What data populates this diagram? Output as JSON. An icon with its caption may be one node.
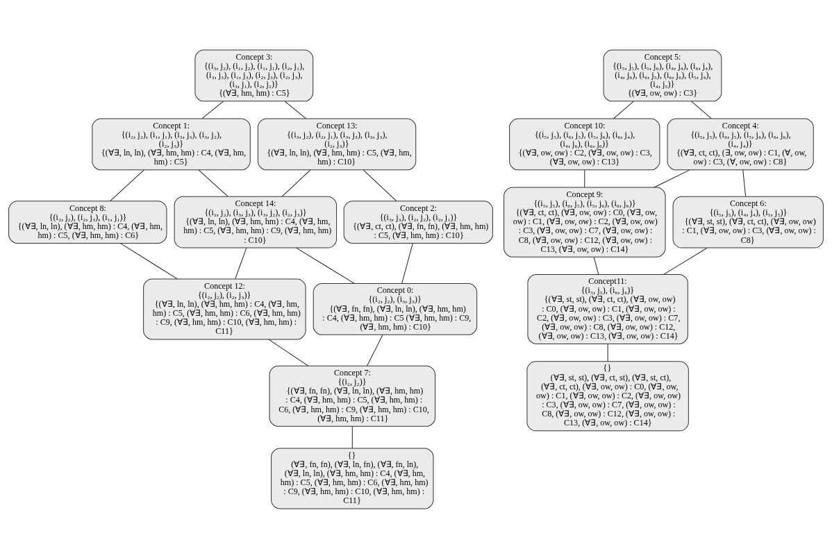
{
  "diagram": {
    "nodes": [
      {
        "text": [
          "Concept 3:",
          "{(i₃, j₂), (i₁, j₂), (i₁, j₁), (i₂, j₁), (i₃, j₃), (i₁, j₃), (i₂, j₃), (i₂, j₃), (i₃, j₁), (i₂, j₂)}",
          "{(∀∃, hm, hm) : C5}"
        ]
      },
      {
        "text": [
          "Concept 1:",
          "{(i₂, j₂), (i₁, j₁), (i₃, j₃), (i₃, j₂), (i₂, j₃)}",
          "{(∀∃, ln, ln), (∀∃, hm, hm) : C4, (∀∃, hm, hm) : C5}"
        ]
      },
      {
        "text": [
          "Concept 13:",
          "{(i₃, j₂), (i₂, j₁), (i₃, j₃), (i₃, j₃), (i₂, j₃)}",
          "{(∀∃, ln, ln), (∀∃, hm, hm) : C5, (∀∃, hm, hm) : C10}"
        ]
      },
      {
        "text": [
          "Concept 8:",
          "{(i₂, j₂), (i₂, j₃), (i₁, j₁)}",
          "{(∀∃, ln, ln), (∀∃, hm, hm) : C4, (∀∃, hm, hm) : C5, (∀∃, hm, hm) : C6}"
        ]
      },
      {
        "text": [
          "Concept 14:",
          "{(i₂, j₂), (i₃, j₃), (i₃, j₂), (i₂, j₃)}",
          "{(∀∃, ln, ln), (∀∃, hm, hm) : C4, (∀∃, hm, hm) : C5, (∀∃, hm, hm) : C9, (∀∃, hm, hm) : C10}"
        ]
      },
      {
        "text": [
          "Concept 2:",
          "{(i₃, j₃), (i₂, j₂), (i₂, j₁)}",
          "{(∀∃, ct, ct), (∀∃, fn, fn), (∀∃, hm, hm) : C5, (∀∃, hm, hm) : C10}"
        ]
      },
      {
        "text": [
          "Concept 12:",
          "{(i₂, j₂), (i₂, j₃)}",
          "{(∀∃, ln, ln), (∀∃, hm, hm) : C4, (∀∃, hm, hm) : C5, (∀∃, hm, hm) : C6, (∀∃, hm, hm) : C9, (∀∃, hm, hm) : C10, (∀∃, hm, hm) : C11}"
        ]
      },
      {
        "text": [
          "Concept 0:",
          "{(i₂, j₂), (i₃, j₃)}",
          "{(∀∃, fn, fn), (∀∃, ln, ln), (∀∃, hm, hm) : C4, (∀∃, hm, hm) : C5 (∀∃, hm, hm) : C9, (∀∃, hm, hm) : C10}"
        ]
      },
      {
        "text": [
          "Concept 7:",
          "{(i₂, j₂)}",
          "{(∀∃, fn, fn), (∀∃, ln, ln), (∀∃, hm, hm) : C4, (∀∃, hm, hm) : C5, (∀∃, hm, hm) : C6, (∀∃, hm, hm) : C9, (∀∃, hm, hm) : C10, (∀∃, hm, hm) : C11}"
        ]
      },
      {
        "text": [
          "{}",
          "(∀∃, fn, fn), (∀∃, ln, fn), (∀∃, fn, ln), (∀∃, ln, ln), (∀∃, hm, hm) : C4, (∀∃, hm, hm) : C5, (∀∃, hm, hm) : C6, (∀∃, hm, hm) : C9, (∀∃, hm, hm) : C10, (∀∃, hm, hm) : C11}"
        ]
      },
      {
        "text": [
          "Concept 5:",
          "{(i₅, j₅), (i₅, j₆), (i₄, j₄), (i₆, j₄), (i₄, j₆), (i₆, j₅), (i₆, j₆), (i₅, j₄), (i₄, j₅)}",
          "{(∀∃, ow, ow) : C3}"
        ]
      },
      {
        "text": [
          "Concept 10:",
          "{(i₅, j₅), (i₆, j₅), (i₅, j₆), (i₆, j₄), (i₄, j₆), (i₆, j₆)}",
          "{(∀∃, ow, ow) : C2, (∀∃, ow, ow) : C3, (∀∃, ow, ow) : C13}"
        ]
      },
      {
        "text": [
          "Concept 4:",
          "{(i₅, j₅), (i₆, j₅), (i₅, j₆), (i₆, j₆), (i₄, j₄)}",
          "{(∀∃, ct, ct), (∃, ow, ow) : C1, (∀, ow, ow) : C3, (∀, ow, ow) : C8}"
        ]
      },
      {
        "text": [
          "Concept 9:",
          "{(i₅, j₅), (i₆, j₅), (i₅, j₆), (i₆, j₆)}",
          "{(∀∃, ct, ct), (∀∃, ow, ow) : C0, (∀∃, ow, ow) : C1, (∀∃, ow, ow) : C2, (∀∃, ow, ow) : C3, (∀∃, ow, ow) : C7, (∀∃, ow, ow) : C8, (∀∃, ow, ow) : C12, (∀∃, ow, ow) : C13, (∀∃, ow, ow) : C14}"
        ]
      },
      {
        "text": [
          "Concept 6:",
          "{(i₅, j₅), (i₄, j₄), (i₅, j₅)}",
          "{(∀∃, st, st), (∀∃, ct, ct), (∀∃, ow, ow) : C1, (∀∃, ow, ow) : C3, (∀∃, ow, ow) : C8}"
        ]
      },
      {
        "text": [
          "Concept11:",
          "{(i₅, j₅), (i₆, j₆)}",
          "{(∀∃, st, st), (∀∃, ct, ct), (∀∃, ow, ow) : C0, (∀∃, ow, ow) : C1, (∀∃, ow, ow) : C2, (∀∃, ow, ow) : C3, (∀∃, ow, ow) : C7, (∀∃, ow, ow) : C8, (∀∃, ow, ow) : C12, (∀∃, ow, ow) : C13, (∀∃, ow, ow) : C14}"
        ]
      },
      {
        "text": [
          "{}",
          "(∀∃, st, st), (∀∃, ct, st), (∀∃, st, ct), (∀∃, ct, ct), (∀∃, ow, ow) : C0, (∀∃, ow, ow) : C1, (∀∃, ow, ow) : C2, (∀∃, ow, ow) : C3, (∀∃, ow, ow) : C7, (∀∃, ow, ow) : C8, (∀∃, ow, ow) : C12, (∀∃, ow, ow) : C13, (∀∃, ow, ow) : C14}"
        ]
      }
    ],
    "edges": [
      {
        "from": 0,
        "to": 1,
        "arrow": "none"
      },
      {
        "from": 0,
        "to": 2,
        "arrow": "none"
      },
      {
        "from": 1,
        "to": 3,
        "arrow": "none"
      },
      {
        "from": 1,
        "to": 4,
        "arrow": "none"
      },
      {
        "from": 2,
        "to": 4,
        "arrow": "none"
      },
      {
        "from": 2,
        "to": 5,
        "arrow": "none"
      },
      {
        "from": 3,
        "to": 6,
        "arrow": "none"
      },
      {
        "from": 4,
        "to": 6,
        "arrow": "none"
      },
      {
        "from": 4,
        "to": 7,
        "arrow": "none"
      },
      {
        "from": 5,
        "to": 7,
        "arrow": "none"
      },
      {
        "from": 6,
        "to": 8,
        "arrow": "none"
      },
      {
        "from": 7,
        "to": 8,
        "arrow": "none"
      },
      {
        "from": 8,
        "to": 9,
        "arrow": "none"
      },
      {
        "from": 10,
        "to": 11,
        "arrow": "none"
      },
      {
        "from": 10,
        "to": 12,
        "arrow": "none"
      },
      {
        "from": 11,
        "to": 13,
        "arrow": "none"
      },
      {
        "from": 12,
        "to": 13,
        "arrow": "none"
      },
      {
        "from": 12,
        "to": 14,
        "arrow": "none"
      },
      {
        "from": 13,
        "to": 15,
        "arrow": "none"
      },
      {
        "from": 14,
        "to": 15,
        "arrow": "none"
      },
      {
        "from": 15,
        "to": 16,
        "arrow": "none"
      }
    ]
  }
}
